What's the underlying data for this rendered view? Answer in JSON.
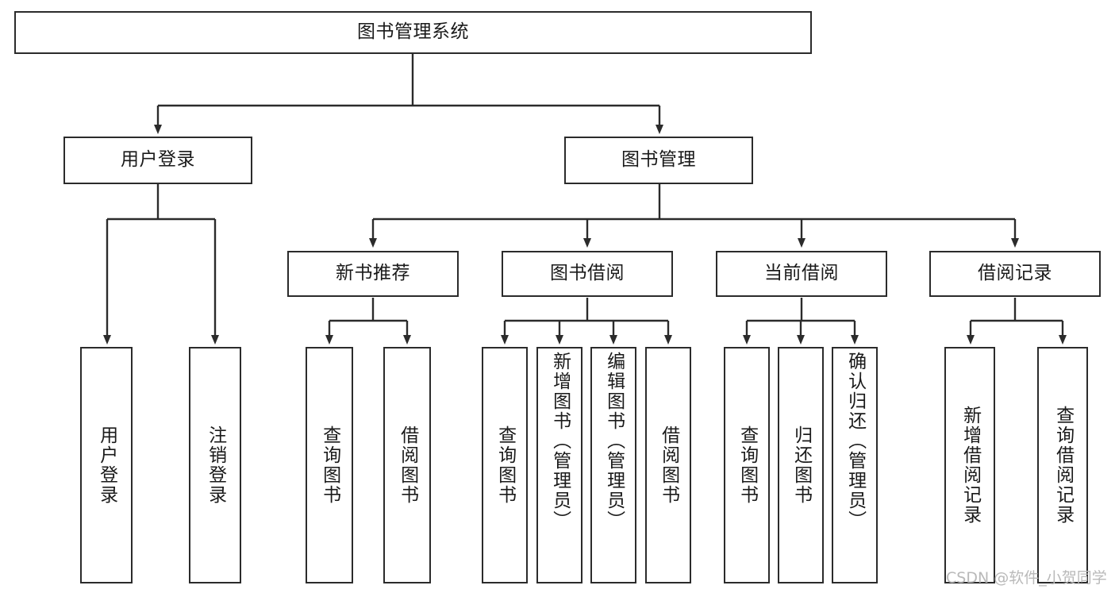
{
  "diagram": {
    "type": "tree-hierarchy",
    "title": "图书管理系统",
    "orientation": "top-down",
    "colors": {
      "node_border": "#2b2b2b",
      "node_fill": "#ffffff",
      "edge": "#2b2b2b",
      "text": "#1a1a1a",
      "background": "#ffffff",
      "watermark": "#b9b9b9"
    },
    "nodes": {
      "root": {
        "label": "图书管理系统"
      },
      "level1": [
        {
          "label": "用户登录"
        },
        {
          "label": "图书管理"
        }
      ],
      "level2": [
        {
          "label": "新书推荐"
        },
        {
          "label": "图书借阅"
        },
        {
          "label": "当前借阅"
        },
        {
          "label": "借阅记录"
        }
      ],
      "leaves": [
        {
          "label": "用户登录"
        },
        {
          "label": "注销登录"
        },
        {
          "label": "查询图书"
        },
        {
          "label": "借阅图书"
        },
        {
          "label": "查询图书"
        },
        {
          "label": "新增图书（管理员）"
        },
        {
          "label": "编辑图书（管理员）"
        },
        {
          "label": "借阅图书"
        },
        {
          "label": "查询图书"
        },
        {
          "label": "归还图书"
        },
        {
          "label": "确认归还（管理员）"
        },
        {
          "label": "新增借阅记录"
        },
        {
          "label": "查询借阅记录"
        }
      ]
    },
    "edges": [
      {
        "from": "图书管理系统",
        "to": "用户登录"
      },
      {
        "from": "图书管理系统",
        "to": "图书管理"
      },
      {
        "from": "用户登录",
        "to": "用户登录"
      },
      {
        "from": "用户登录",
        "to": "注销登录"
      },
      {
        "from": "图书管理",
        "to": "新书推荐"
      },
      {
        "from": "图书管理",
        "to": "图书借阅"
      },
      {
        "from": "图书管理",
        "to": "当前借阅"
      },
      {
        "from": "图书管理",
        "to": "借阅记录"
      },
      {
        "from": "新书推荐",
        "to": "查询图书"
      },
      {
        "from": "新书推荐",
        "to": "借阅图书"
      },
      {
        "from": "图书借阅",
        "to": "查询图书"
      },
      {
        "from": "图书借阅",
        "to": "新增图书（管理员）"
      },
      {
        "from": "图书借阅",
        "to": "编辑图书（管理员）"
      },
      {
        "from": "图书借阅",
        "to": "借阅图书"
      },
      {
        "from": "当前借阅",
        "to": "查询图书"
      },
      {
        "from": "当前借阅",
        "to": "归还图书"
      },
      {
        "from": "当前借阅",
        "to": "确认归还（管理员）"
      },
      {
        "from": "借阅记录",
        "to": "新增借阅记录"
      },
      {
        "from": "借阅记录",
        "to": "查询借阅记录"
      }
    ]
  },
  "watermark": {
    "text": "CSDN @软件_小贺同学"
  }
}
